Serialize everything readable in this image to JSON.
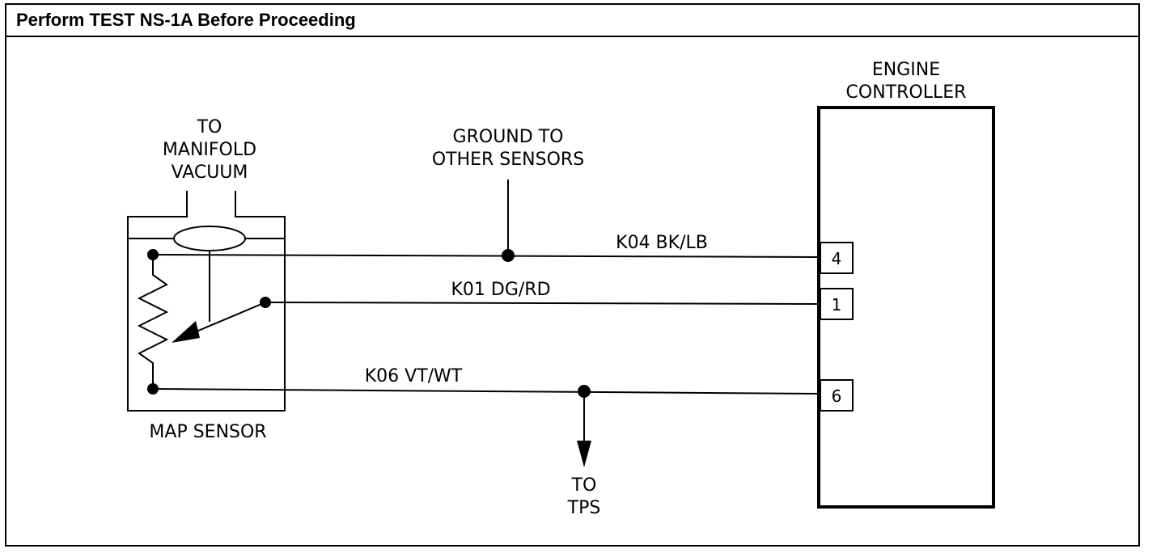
{
  "header": {
    "title": "Perform TEST NS-1A Before Proceeding"
  },
  "labels": {
    "engine_controller": [
      "ENGINE",
      "CONTROLLER"
    ],
    "manifold": [
      "TO",
      "MANIFOLD",
      "VACUUM"
    ],
    "ground": [
      "GROUND TO",
      "OTHER SENSORS"
    ],
    "map_sensor": "MAP SENSOR",
    "tps": [
      "TO",
      "TPS"
    ]
  },
  "wires": {
    "k04": "K04  BK/LB",
    "k01": "K01  DG/RD",
    "k06": "K06  VT/WT"
  },
  "pins": {
    "pin4": "4",
    "pin1": "1",
    "pin6": "6"
  }
}
